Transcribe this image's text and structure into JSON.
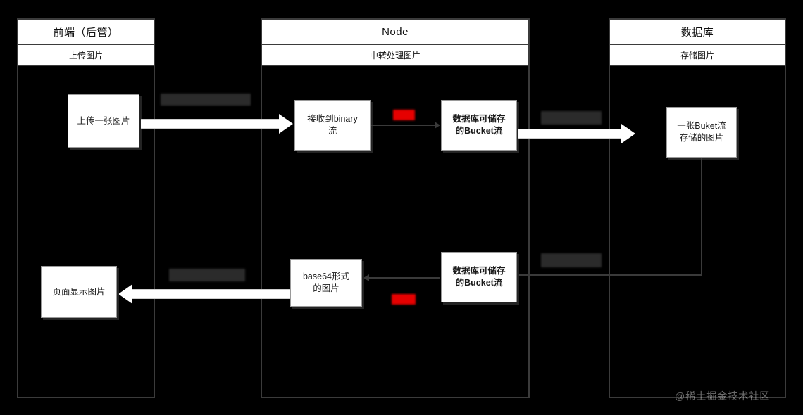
{
  "diagram": {
    "background_color": "#000000",
    "lane_border_color": "#3b3b3b",
    "node_fill": "#ffffff",
    "arrow_fill": "#ffffff",
    "redaction_gray": "#2b2b2b",
    "redaction_red": "#e60000"
  },
  "lanes": [
    {
      "title": "前端（后管）",
      "subtitle": "上传图片"
    },
    {
      "title": "Node",
      "subtitle": "中转处理图片"
    },
    {
      "title": "数据库",
      "subtitle": "存储图片"
    }
  ],
  "nodes": {
    "upload_image": {
      "line1": "上传一张图片",
      "line2": ""
    },
    "receive_binary": {
      "line1": "接收到binary",
      "line2": "流"
    },
    "bucket_stream_1": {
      "line1": "数据库可储存",
      "line2": "的Bucket流"
    },
    "bucket_saved": {
      "line1": "一张Buket流",
      "line2": "存储的图片"
    },
    "page_display": {
      "line1": "页面显示图片",
      "line2": ""
    },
    "base64_image": {
      "line1": "base64形式",
      "line2": "的图片"
    },
    "bucket_stream_2": {
      "line1": "数据库可储存",
      "line2": "的Bucket流"
    }
  },
  "edge_labels": {
    "upload_to_node": {
      "text": "",
      "redacted": true,
      "color": "#2b2b2b"
    },
    "binary_to_bucket": {
      "text": "",
      "redacted": true,
      "color": "#e60000"
    },
    "node_to_db": {
      "text": "",
      "redacted": true,
      "color": "#2b2b2b"
    },
    "db_to_node": {
      "text": "",
      "redacted": true,
      "color": "#2b2b2b"
    },
    "bucket_to_base64": {
      "text": "",
      "redacted": true,
      "color": "#e60000"
    },
    "node_to_front": {
      "text": "",
      "redacted": true,
      "color": "#2b2b2b"
    }
  },
  "watermark": {
    "text": "@稀土掘金技术社区"
  }
}
